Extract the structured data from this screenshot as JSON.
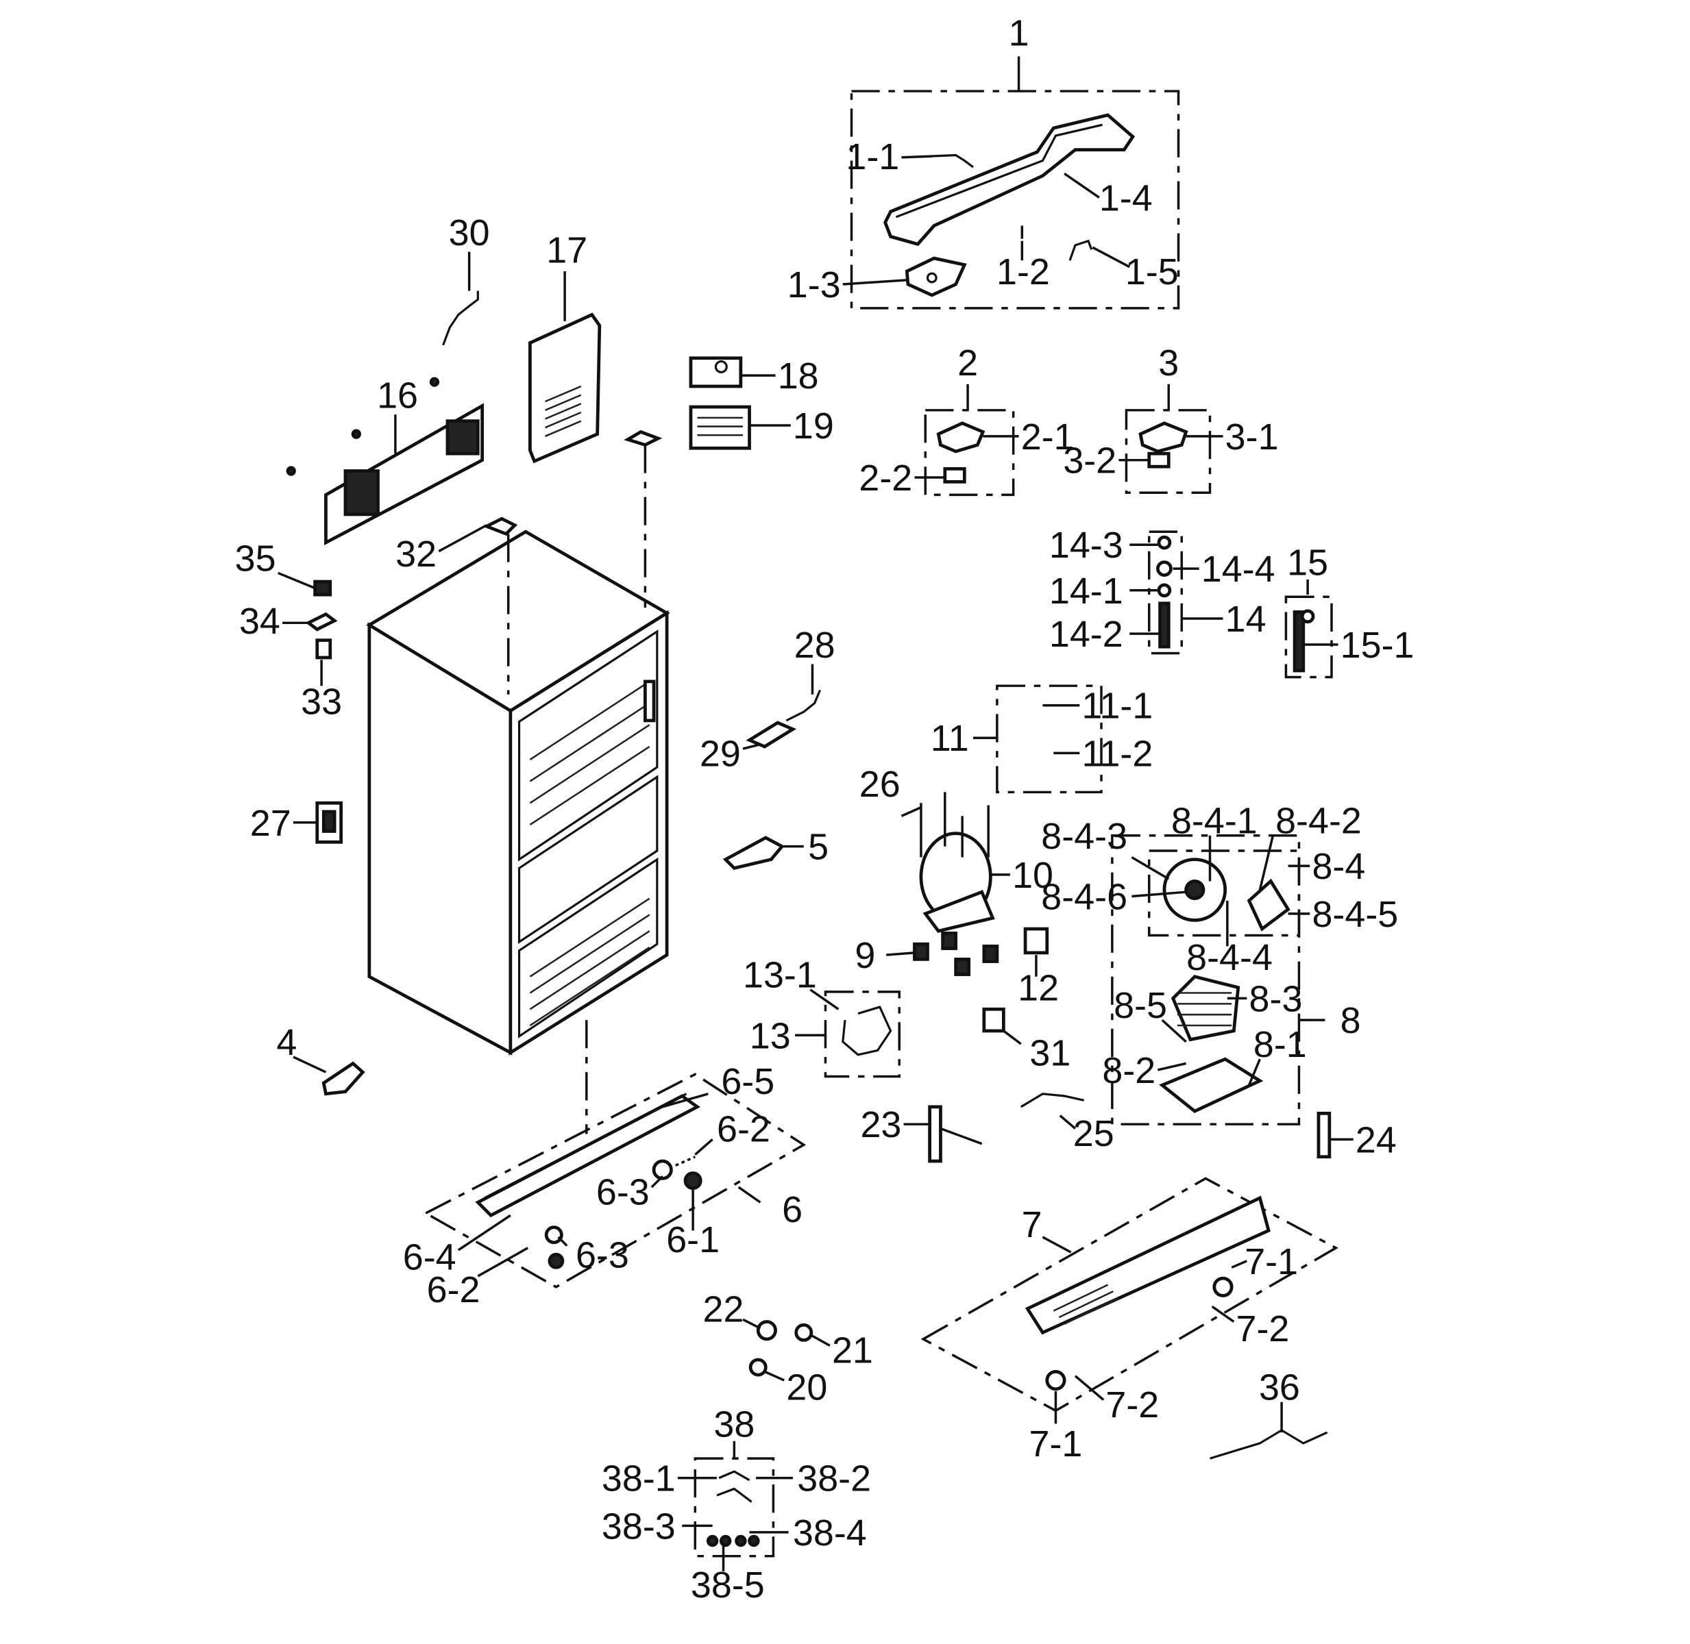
{
  "labels": {
    "l1": "1",
    "l1_1": "1-1",
    "l1_2": "1-2",
    "l1_3": "1-3",
    "l1_4": "1-4",
    "l1_5": "1-5",
    "l2": "2",
    "l2_1": "2-1",
    "l2_2": "2-2",
    "l3": "3",
    "l3_1": "3-1",
    "l3_2": "3-2",
    "l4": "4",
    "l5": "5",
    "l6": "6",
    "l6_1": "6-1",
    "l6_2a": "6-2",
    "l6_2b": "6-2",
    "l6_3a": "6-3",
    "l6_3b": "6-3",
    "l6_4": "6-4",
    "l6_5": "6-5",
    "l7": "7",
    "l7_1a": "7-1",
    "l7_1b": "7-1",
    "l7_2a": "7-2",
    "l7_2b": "7-2",
    "l8": "8",
    "l8_1": "8-1",
    "l8_2": "8-2",
    "l8_3": "8-3",
    "l8_4": "8-4",
    "l8_5": "8-5",
    "l8_4_1": "8-4-1",
    "l8_4_2": "8-4-2",
    "l8_4_3": "8-4-3",
    "l8_4_4": "8-4-4",
    "l8_4_5": "8-4-5",
    "l8_4_6": "8-4-6",
    "l9": "9",
    "l10": "10",
    "l11": "11",
    "l11_1": "11-1",
    "l11_2": "11-2",
    "l12": "12",
    "l13": "13",
    "l13_1": "13-1",
    "l14": "14",
    "l14_1": "14-1",
    "l14_2": "14-2",
    "l14_3": "14-3",
    "l14_4": "14-4",
    "l15": "15",
    "l15_1": "15-1",
    "l16": "16",
    "l17": "17",
    "l18": "18",
    "l19": "19",
    "l20": "20",
    "l21": "21",
    "l22": "22",
    "l23": "23",
    "l24": "24",
    "l25": "25",
    "l26": "26",
    "l27": "27",
    "l28": "28",
    "l29": "29",
    "l30": "30",
    "l31": "31",
    "l32": "32",
    "l33": "33",
    "l34": "34",
    "l35": "35",
    "l36": "36",
    "l38": "38",
    "l38_1": "38-1",
    "l38_2": "38-2",
    "l38_3": "38-3",
    "l38_4": "38-4",
    "l38_5": "38-5"
  }
}
